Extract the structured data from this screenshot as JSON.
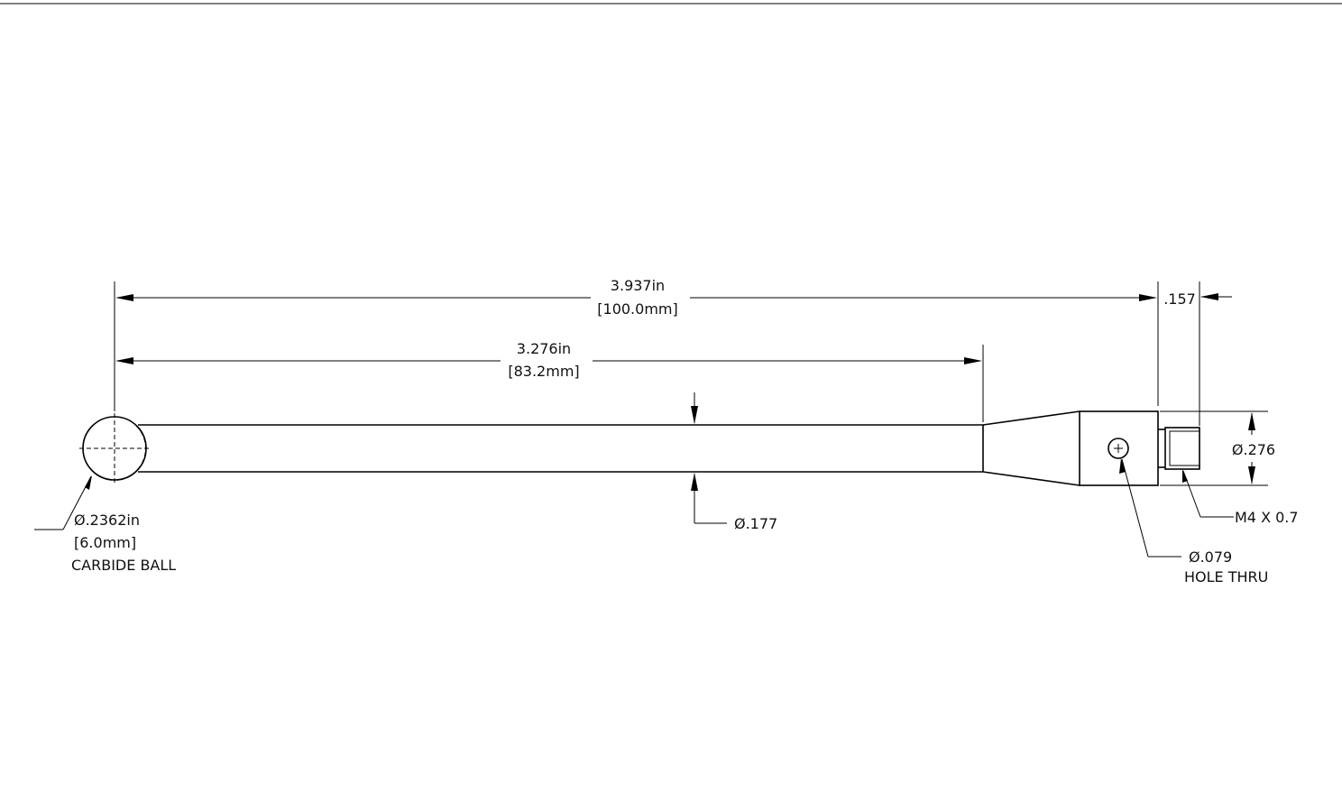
{
  "drawing": {
    "dims": {
      "overall_length_in": "3.937in",
      "overall_length_mm": "[100.0mm]",
      "shaft_length_in": "3.276in",
      "shaft_length_mm": "[83.2mm]",
      "thread_length": ".157",
      "body_diameter": "Ø.276",
      "shaft_diameter": "Ø.177"
    },
    "notes": {
      "ball_diameter_in": "Ø.2362in",
      "ball_diameter_mm": "[6.0mm]",
      "ball_material": "CARBIDE BALL",
      "thread_spec": "M4 X 0.7",
      "hole_diameter": "Ø.079",
      "hole_type": "HOLE THRU"
    }
  }
}
